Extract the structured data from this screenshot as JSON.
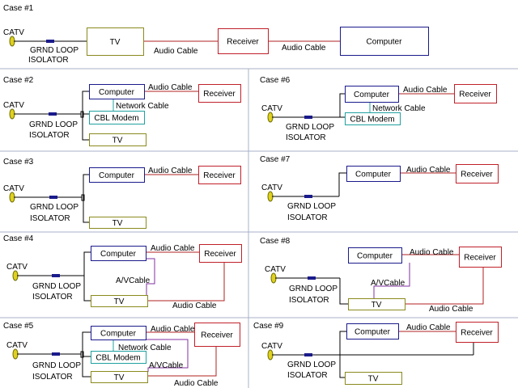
{
  "colors": {
    "box_blue": "#1a1a8c",
    "box_olive": "#8a8a1e",
    "box_red": "#c0202a",
    "box_teal": "#20a0a0",
    "wire_black": "#000000",
    "wire_red": "#b02020",
    "wire_purple": "#8030a0",
    "wire_teal": "#20a0a0",
    "isolator": "#1a1a8c",
    "connector": "#e0d020",
    "divider": "#a8b0c8"
  },
  "labels": {
    "catv": "CATV",
    "grnd_loop": "GRND LOOP",
    "isolator": "ISOLATOR",
    "tv": "TV",
    "computer": "Computer",
    "receiver": "Receiver",
    "cbl_modem": "CBL Modem",
    "audio_cable": "Audio Cable",
    "network_cable": "Network Cable",
    "av_cable": "A/VCable"
  },
  "cases": [
    {
      "title": "Case #1"
    },
    {
      "title": "Case #2"
    },
    {
      "title": "Case #3"
    },
    {
      "title": "Case #4"
    },
    {
      "title": "Case #5"
    },
    {
      "title": "Case #6"
    },
    {
      "title": "Case #7"
    },
    {
      "title": "Case #8"
    },
    {
      "title": "Case #9"
    }
  ]
}
